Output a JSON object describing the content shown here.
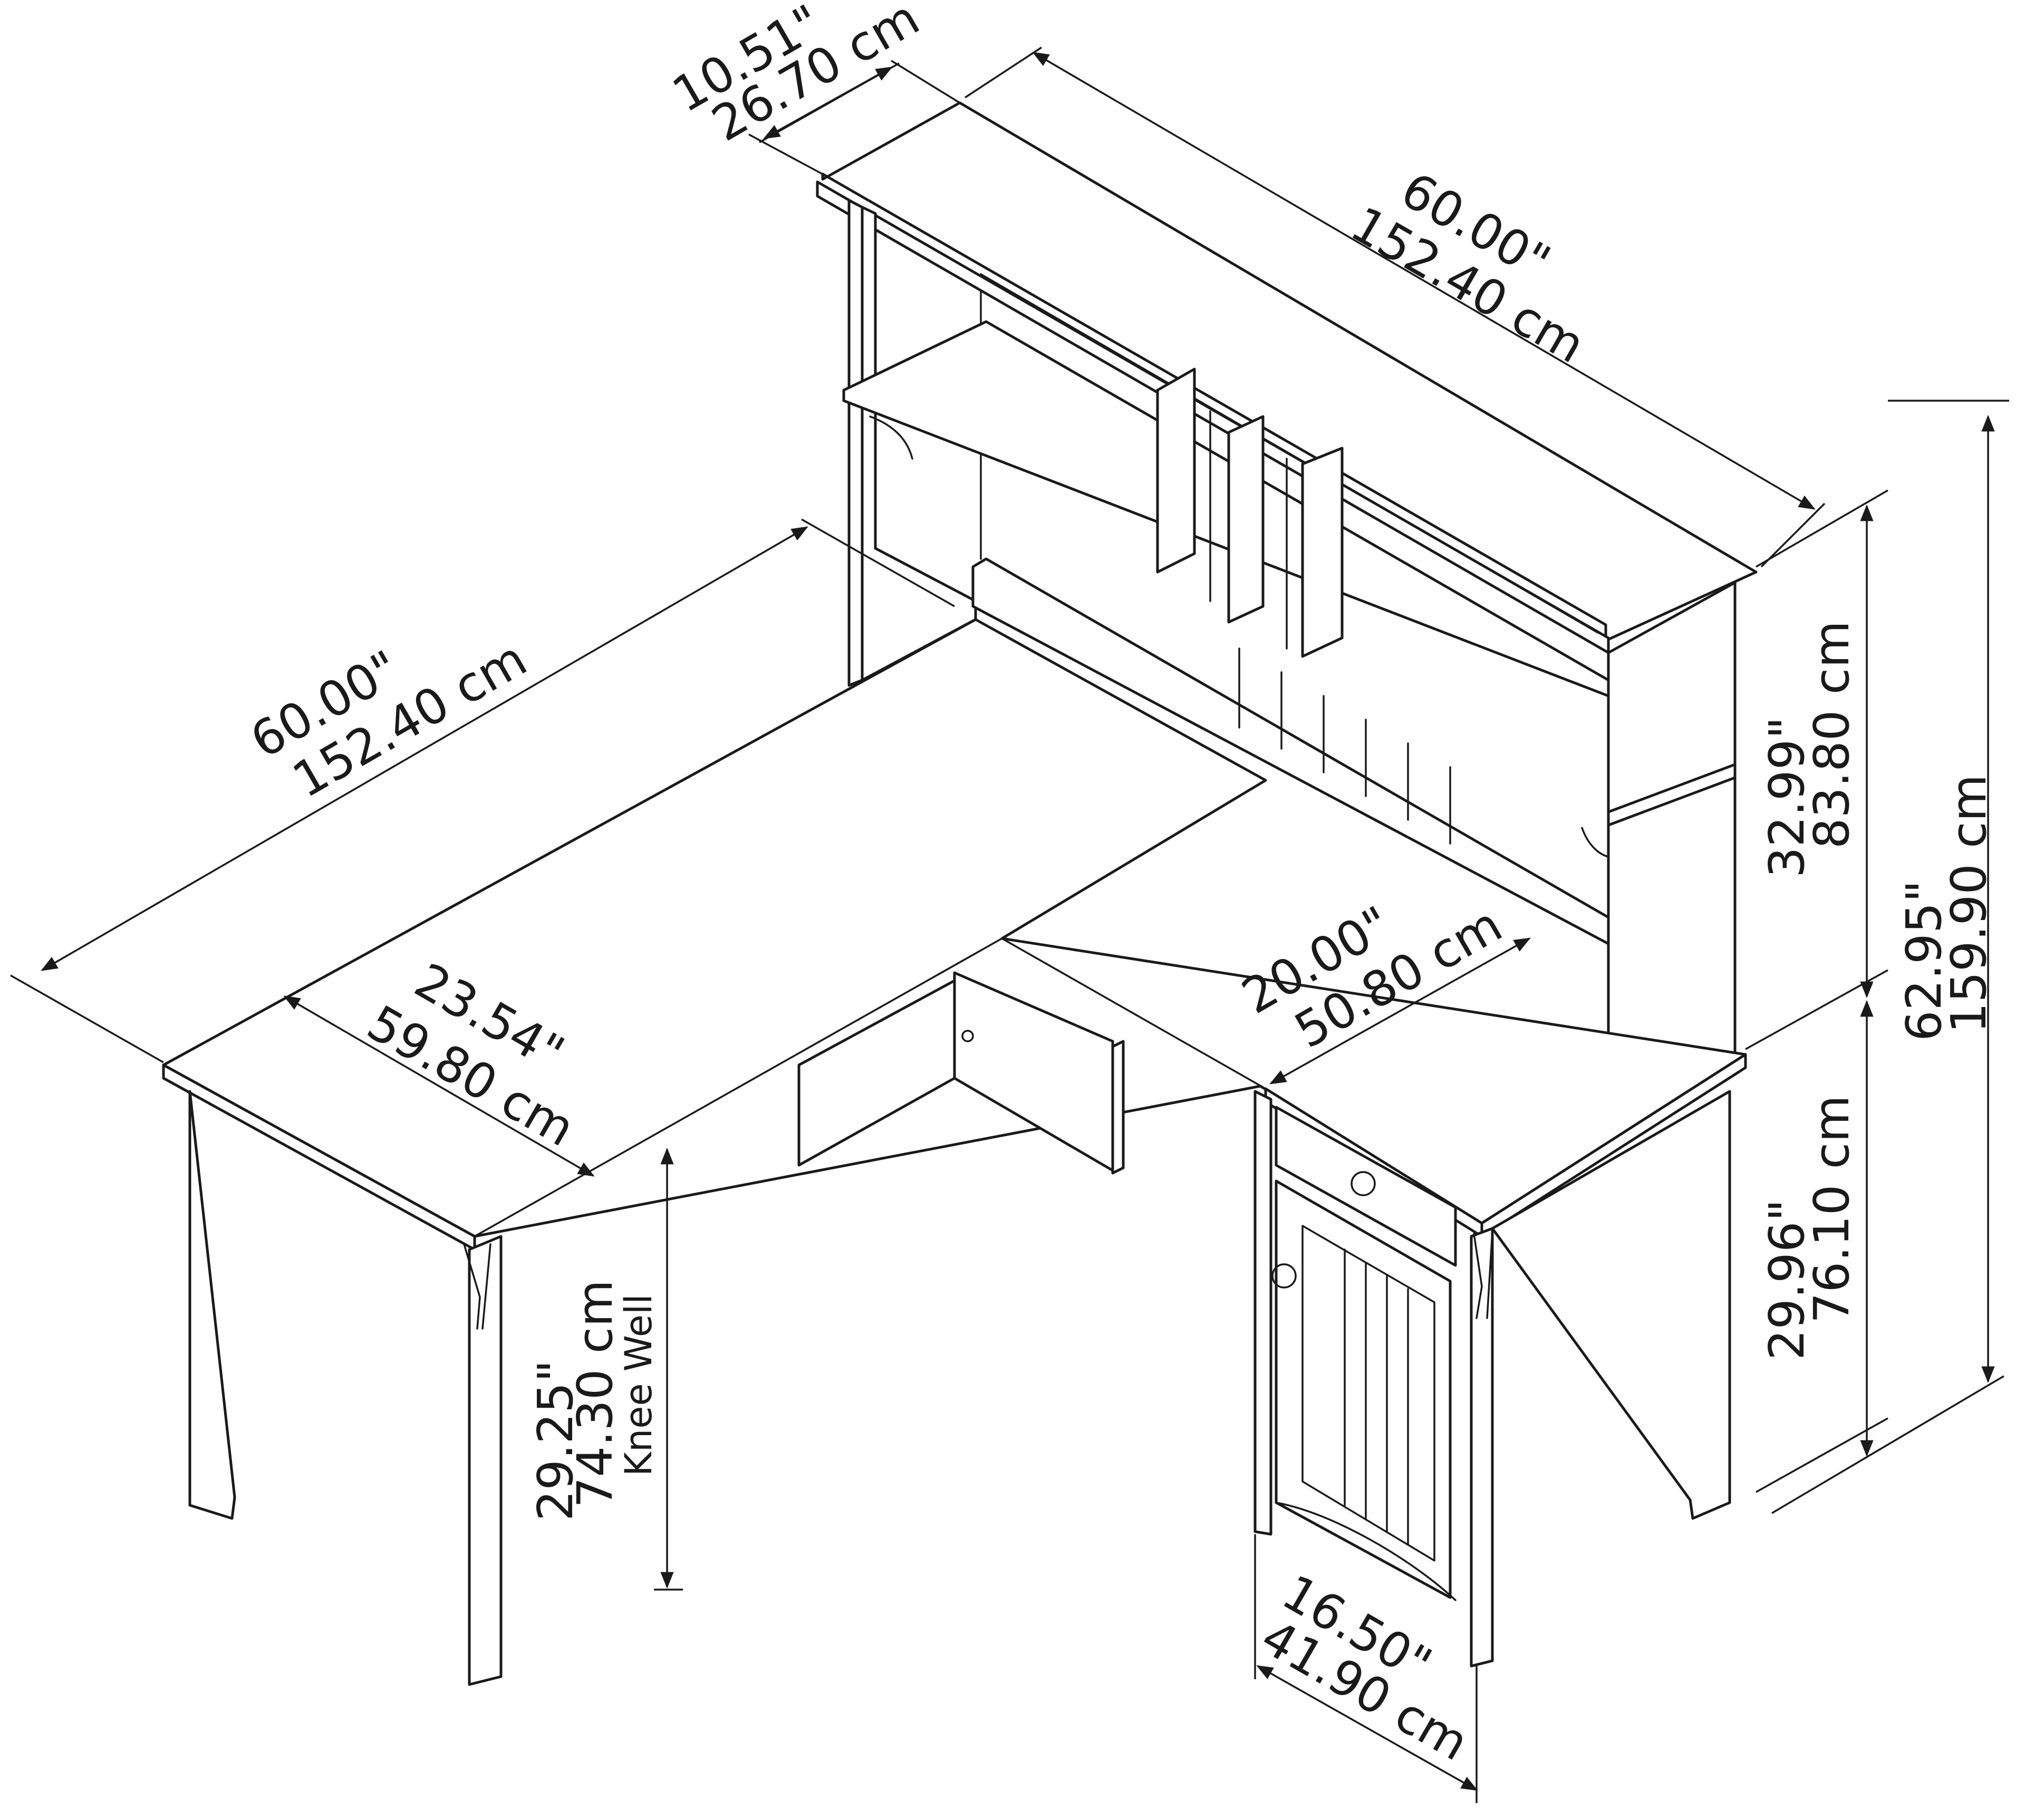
{
  "dimensions": {
    "hutch_depth": {
      "in": "10.51\"",
      "cm": "26.70 cm"
    },
    "hutch_width": {
      "in": "60.00\"",
      "cm": "152.40 cm"
    },
    "desk_length": {
      "in": "60.00\"",
      "cm": "152.40 cm"
    },
    "desk_depth": {
      "in": "23.54\"",
      "cm": "59.80 cm"
    },
    "return_depth": {
      "in": "20.00\"",
      "cm": "50.80 cm"
    },
    "hutch_height": {
      "in": "32.99\"",
      "cm": "83.80 cm"
    },
    "total_height": {
      "in": "62.95\"",
      "cm": "159.90 cm"
    },
    "desk_height": {
      "in": "29.96\"",
      "cm": "76.10 cm"
    },
    "knee_well": {
      "in": "29.25\"",
      "cm": "74.30 cm",
      "note": "Knee Well"
    },
    "pedestal_width": {
      "in": "16.50\"",
      "cm": "41.90 cm"
    }
  }
}
